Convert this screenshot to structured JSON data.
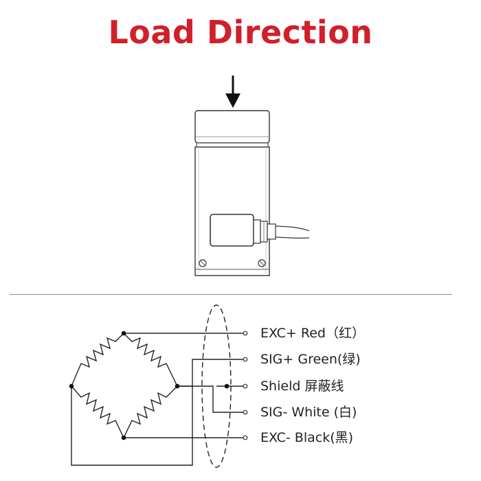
{
  "title": "Load Direction",
  "colors": {
    "title": "#d0202a",
    "line": "#222222"
  },
  "sensor": {
    "arrow_icon": "down-arrow-icon",
    "description_items": [
      "load-button",
      "sensor-body",
      "connector-box",
      "cable-gland",
      "cable"
    ]
  },
  "wiring": {
    "labels": [
      {
        "id": "exc-plus",
        "text": "EXC+ Red（红）"
      },
      {
        "id": "sig-plus",
        "text": "SIG+ Green(绿)"
      },
      {
        "id": "shield",
        "text": "Shield  屏蔽线"
      },
      {
        "id": "sig-minus",
        "text": "SIG- White (白)"
      },
      {
        "id": "exc-minus",
        "text": "EXC- Black(黑)"
      }
    ]
  }
}
